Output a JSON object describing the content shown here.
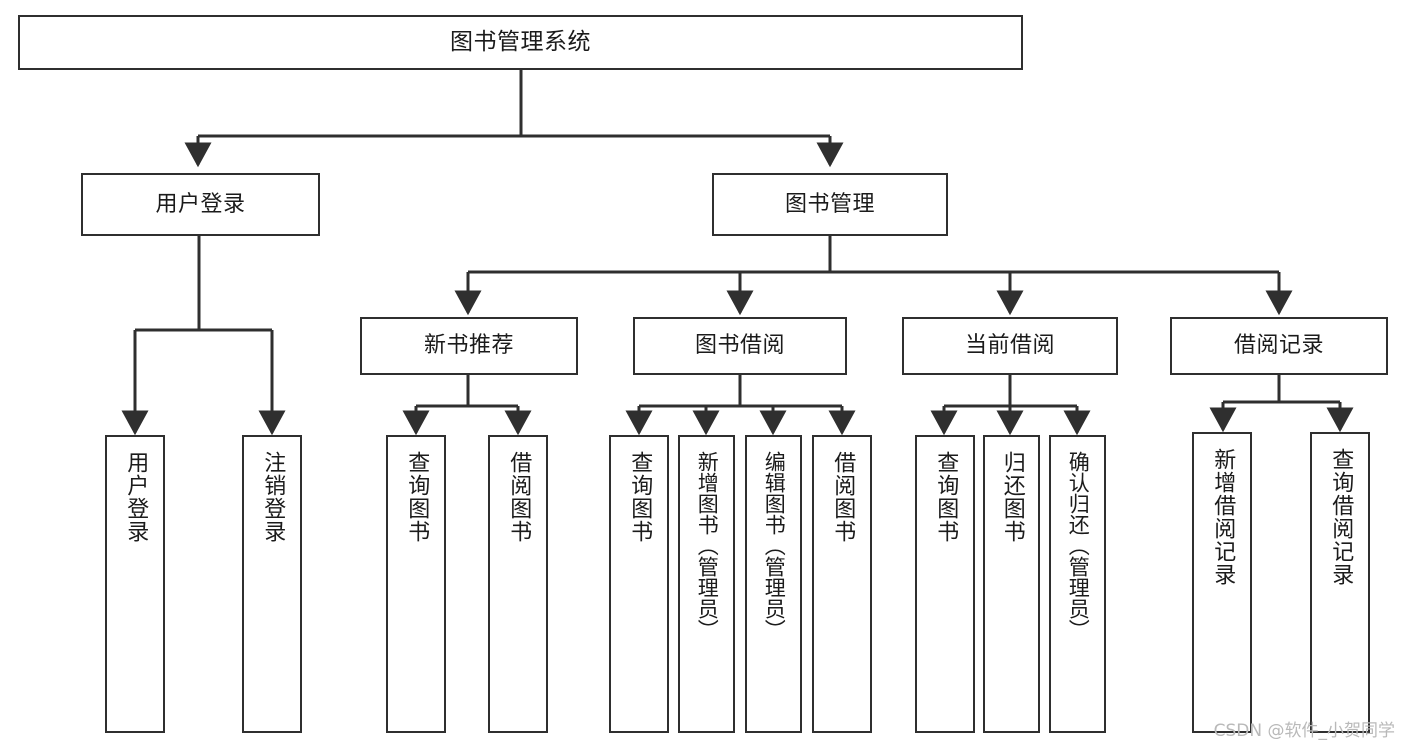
{
  "diagram": {
    "title": "图书管理系统",
    "colors": {
      "background": "#ffffff",
      "border": "#2f2f2f",
      "text": "#1b1b1b",
      "connector": "#2f2f2f",
      "watermark": "#b9b9b9"
    },
    "levels": {
      "root": {
        "label": "图书管理系统"
      },
      "level2": [
        {
          "label": "用户登录"
        },
        {
          "label": "图书管理"
        }
      ],
      "level3": [
        {
          "label": "新书推荐"
        },
        {
          "label": "图书借阅"
        },
        {
          "label": "当前借阅"
        },
        {
          "label": "借阅记录"
        }
      ],
      "leaves": [
        {
          "label": "用户登录",
          "parent": "用户登录"
        },
        {
          "label": "注销登录",
          "parent": "用户登录"
        },
        {
          "label": "查询图书",
          "parent": "新书推荐"
        },
        {
          "label": "借阅图书",
          "parent": "新书推荐"
        },
        {
          "label": "查询图书",
          "parent": "图书借阅"
        },
        {
          "label": "新增图书（管理员）",
          "parent": "图书借阅"
        },
        {
          "label": "编辑图书（管理员）",
          "parent": "图书借阅"
        },
        {
          "label": "借阅图书",
          "parent": "图书借阅"
        },
        {
          "label": "查询图书",
          "parent": "当前借阅"
        },
        {
          "label": "归还图书",
          "parent": "当前借阅"
        },
        {
          "label": "确认归还（管理员）",
          "parent": "当前借阅"
        },
        {
          "label": "新增借阅记录",
          "parent": "借阅记录"
        },
        {
          "label": "查询借阅记录",
          "parent": "借阅记录"
        }
      ]
    },
    "watermark": "CSDN @软件_小贺同学"
  }
}
